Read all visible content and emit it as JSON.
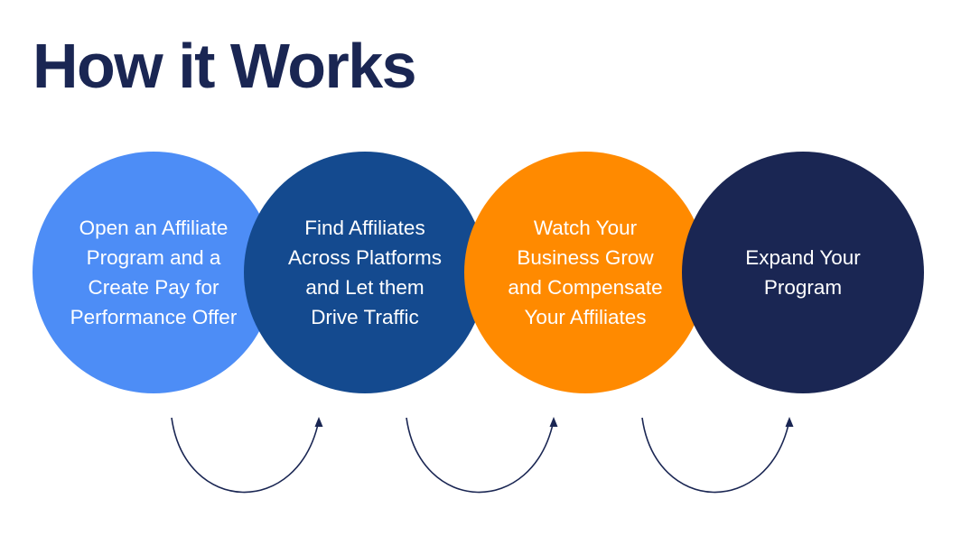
{
  "title": "How it Works",
  "colors": {
    "title": "#1a2653",
    "arrow": "#1a2653",
    "steps": [
      "#4d8df6",
      "#144a8f",
      "#ff8a00",
      "#1a2653"
    ]
  },
  "steps": [
    {
      "label": "Open an Affiliate\nProgram and a\nCreate Pay for\nPerformance Offer"
    },
    {
      "label": "Find Affiliates\nAcross Platforms\nand Let them\nDrive Traffic"
    },
    {
      "label": "Watch Your\nBusiness Grow\nand Compensate\nYour Affiliates"
    },
    {
      "label": "Expand Your\nProgram"
    }
  ],
  "connectors": [
    {
      "icon": "curved-arrow-icon",
      "from": 1,
      "to": 2
    },
    {
      "icon": "curved-arrow-icon",
      "from": 2,
      "to": 3
    },
    {
      "icon": "curved-arrow-icon",
      "from": 3,
      "to": 4
    }
  ]
}
